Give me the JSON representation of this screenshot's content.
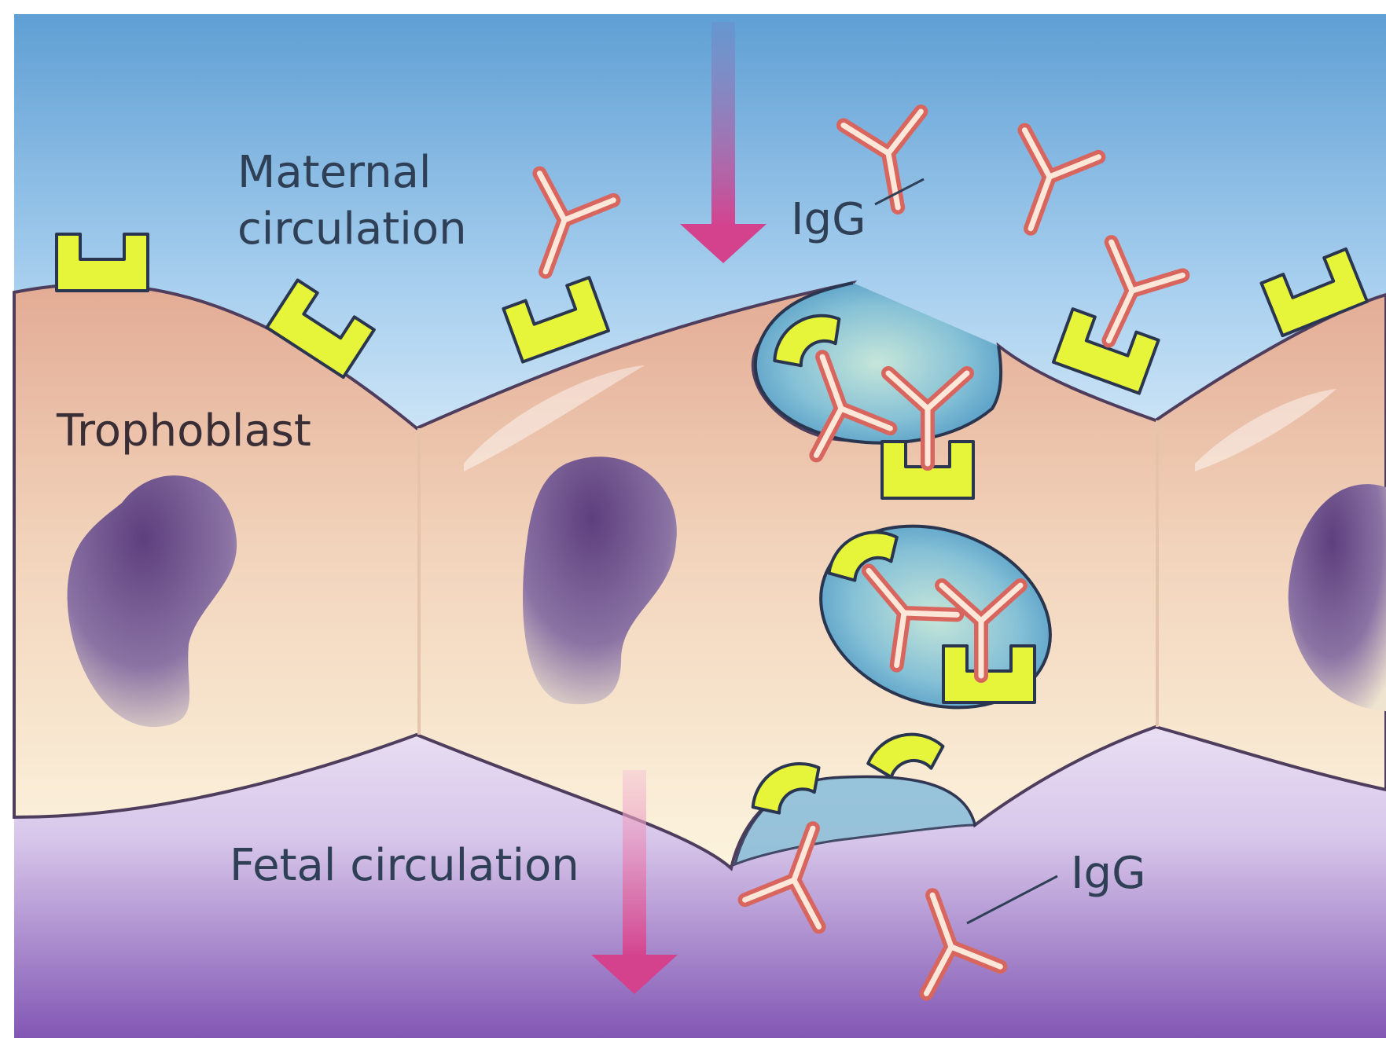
{
  "labels": {
    "maternal_line1": "Maternal",
    "maternal_line2": "circulation",
    "trophoblast": "Trophoblast",
    "fetal": "Fetal circulation",
    "igg_top": "IgG",
    "igg_bottom": "IgG"
  },
  "colors": {
    "maternal_top": "#5f9fd4",
    "maternal_bottom": "#d9ecf8",
    "fetal_top": "#ece3f3",
    "fetal_bottom": "#8a5fb8",
    "cell_top": "#e9b398",
    "cell_bottom": "#fbf2dc",
    "nucleus": "#6d4f8a",
    "receptor": "#e7f53a",
    "receptor_outline": "#2a3550",
    "antibody": "#f3a3a0",
    "antibody_core": "#fde7d9",
    "vesicle": "#6fb3d2",
    "arrow": "#d4428e",
    "outline": "#4e3d5c"
  },
  "icons": [
    "receptor-icon",
    "igg-antibody-icon",
    "down-arrow-icon",
    "vesicle-icon",
    "nucleus-icon"
  ]
}
